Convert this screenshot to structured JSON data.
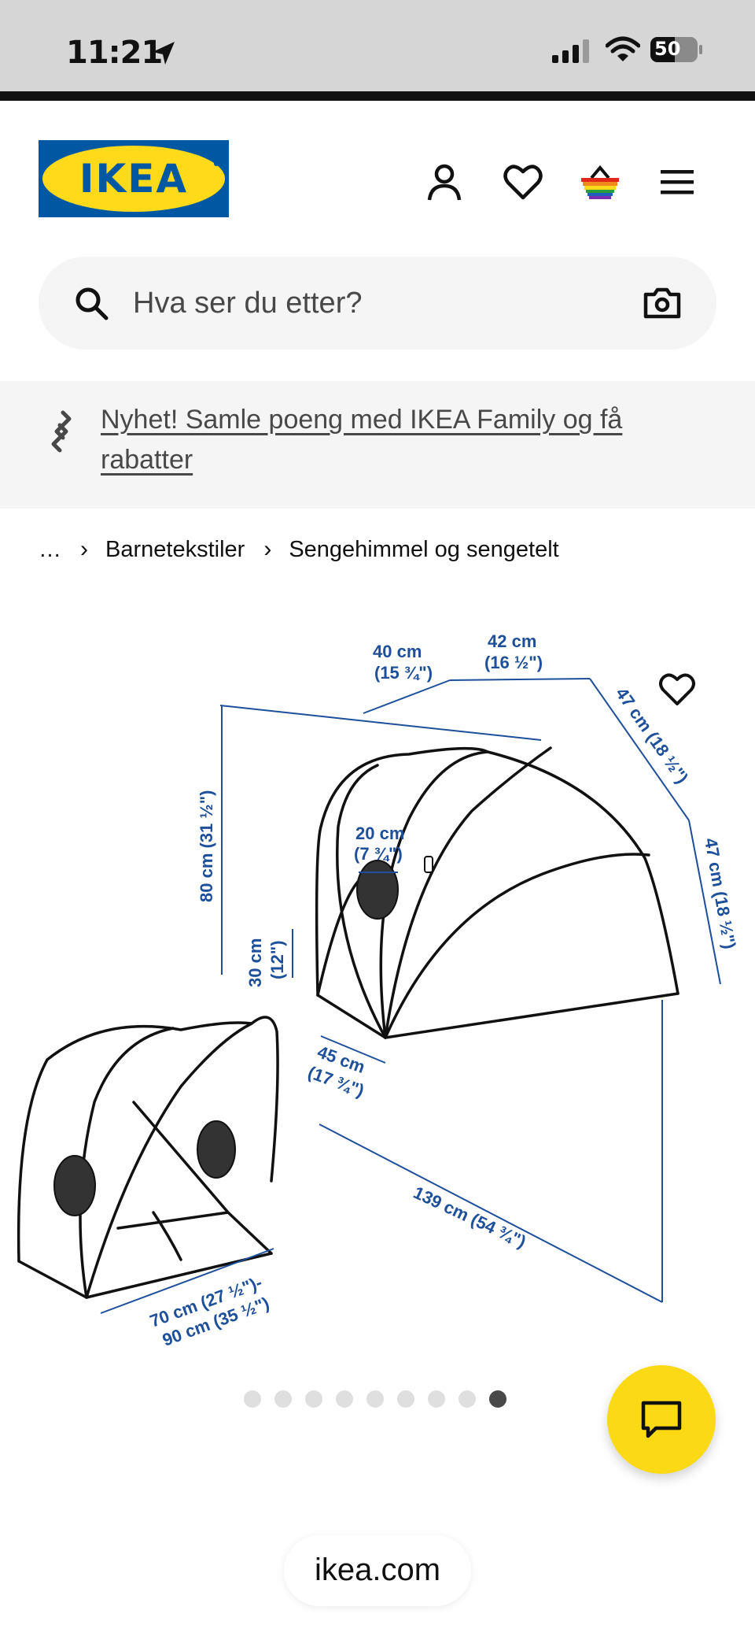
{
  "status_bar": {
    "time": "11:21",
    "battery": "50"
  },
  "brand": {
    "name": "IKEA",
    "blue": "#0058a3",
    "yellow": "#ffda1a"
  },
  "search": {
    "placeholder": "Hva ser du etter?"
  },
  "promo": {
    "text": "Nyhet! Samle poeng med IKEA Family og få rabatter"
  },
  "breadcrumb": {
    "ellipsis": "…",
    "items": [
      "Barnetekstiler",
      "Sengehimmel og sengetelt"
    ]
  },
  "diagram": {
    "dimensions": [
      {
        "cm": "40 cm",
        "in": "(15 ¾\")"
      },
      {
        "cm": "42 cm",
        "in": "(16 ½\")"
      },
      {
        "label": "47 cm (18 ½\")"
      },
      {
        "label": "80 cm (31 ½\")"
      },
      {
        "cm": "20 cm",
        "in": "(7 ¾\")"
      },
      {
        "label": "47 cm (18 ½\")"
      },
      {
        "cm": "30 cm",
        "in": "(12\")"
      },
      {
        "cm": "45 cm",
        "in": "(17 ¾\")"
      },
      {
        "label": "139 cm (54 ¾\")"
      },
      {
        "line1": "70 cm (27 ½\")-",
        "line2": "90 cm (35 ½\")"
      }
    ]
  },
  "carousel": {
    "total": 9,
    "active_index": 8
  },
  "footer": {
    "url": "ikea.com"
  },
  "icons": [
    "location-arrow-icon",
    "signal-icon",
    "wifi-icon",
    "battery-icon",
    "profile-icon",
    "heart-icon",
    "basket-icon",
    "menu-icon",
    "search-icon",
    "camera-icon",
    "link-icon",
    "chevron-right-icon",
    "chat-icon"
  ]
}
